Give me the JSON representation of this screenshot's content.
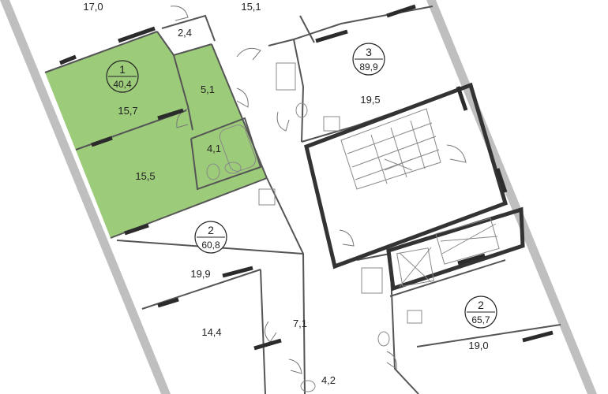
{
  "colors": {
    "highlight": "#9ccb7a",
    "wall": "#555555",
    "wall_heavy": "#333333",
    "outer_wall": "#bfbfbf",
    "window": "#2b2b2b",
    "text": "#222222"
  },
  "rooms": {
    "r_17_0": "17,0",
    "r_15_1": "15,1",
    "r_2_4": "2,4",
    "r_5_1": "5,1",
    "r_15_7": "15,7",
    "r_4_1": "4,1",
    "r_15_5": "15,5",
    "r_19_5": "19,5",
    "r_19_9": "19,9",
    "r_14_4": "14,4",
    "r_7_1": "7,1",
    "r_4_2": "4,2",
    "r_19_0": "19,0"
  },
  "apartments": [
    {
      "rooms": "1",
      "area": "40,4",
      "selected": true
    },
    {
      "rooms": "3",
      "area": "89,9",
      "selected": false
    },
    {
      "rooms": "2",
      "area": "60,8",
      "selected": false
    },
    {
      "rooms": "2",
      "area": "65,7",
      "selected": false
    }
  ]
}
